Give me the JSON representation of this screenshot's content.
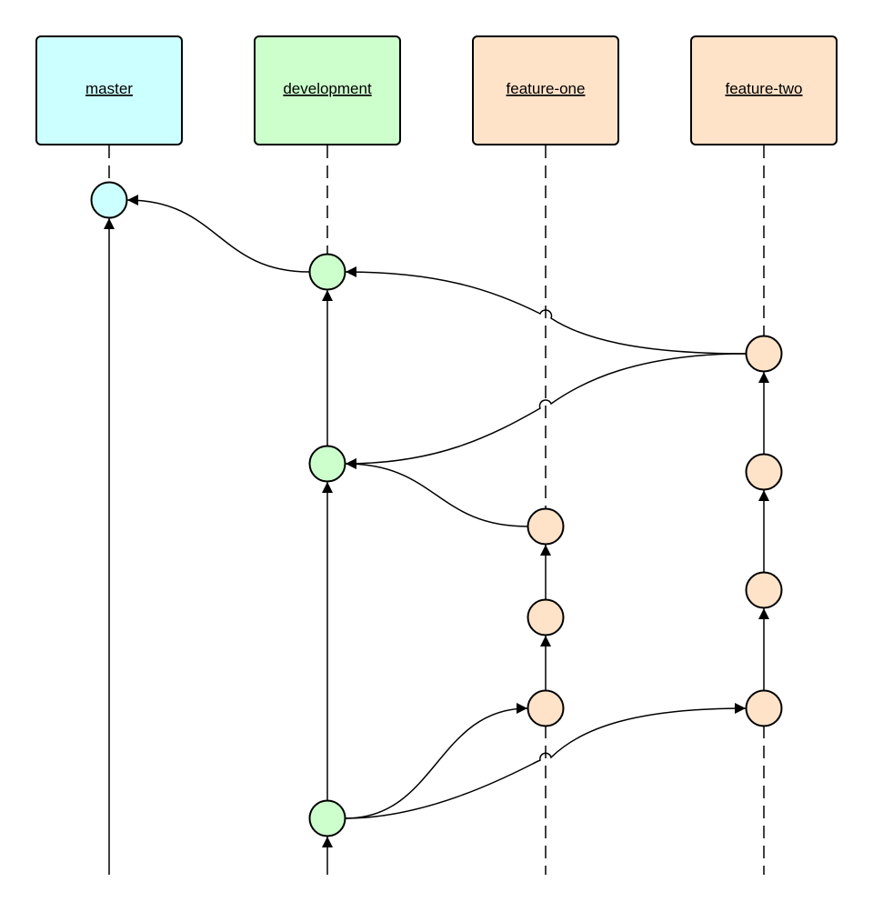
{
  "branches": [
    {
      "id": "master",
      "label": "master",
      "color": "#ccffff"
    },
    {
      "id": "development",
      "label": "development",
      "color": "#ccffcc"
    },
    {
      "id": "feature-one",
      "label": "feature-one",
      "color": "#ffe3c9"
    },
    {
      "id": "feature-two",
      "label": "feature-two",
      "color": "#ffe3c9"
    }
  ],
  "commits": [
    {
      "id": "m1",
      "branch": "master",
      "order": 1
    },
    {
      "id": "d1",
      "branch": "development",
      "order": 2
    },
    {
      "id": "d2",
      "branch": "development",
      "order": 4
    },
    {
      "id": "d3",
      "branch": "development",
      "order": 9
    },
    {
      "id": "f1a",
      "branch": "feature-one",
      "order": 5
    },
    {
      "id": "f1b",
      "branch": "feature-one",
      "order": 6
    },
    {
      "id": "f1c",
      "branch": "feature-one",
      "order": 7
    },
    {
      "id": "f2a",
      "branch": "feature-two",
      "order": 3
    },
    {
      "id": "f2b",
      "branch": "feature-two",
      "order": 4
    },
    {
      "id": "f2c",
      "branch": "feature-two",
      "order": 6
    },
    {
      "id": "f2d",
      "branch": "feature-two",
      "order": 7
    }
  ],
  "edges": [
    {
      "from": "d3",
      "to": "d2"
    },
    {
      "from": "d2",
      "to": "d1"
    },
    {
      "from": "d1",
      "to": "m1"
    },
    {
      "from": "d3",
      "to": "f1c"
    },
    {
      "from": "d3",
      "to": "f2d"
    },
    {
      "from": "f1c",
      "to": "f1b"
    },
    {
      "from": "f1b",
      "to": "f1a"
    },
    {
      "from": "f1a",
      "to": "d2"
    },
    {
      "from": "f2d",
      "to": "f2c"
    },
    {
      "from": "f2c",
      "to": "f2b"
    },
    {
      "from": "f2b",
      "to": "f2a"
    },
    {
      "from": "f2a",
      "to": "d2"
    },
    {
      "from": "f2a",
      "to": "d1"
    }
  ],
  "colors": {
    "stroke": "#000000"
  }
}
